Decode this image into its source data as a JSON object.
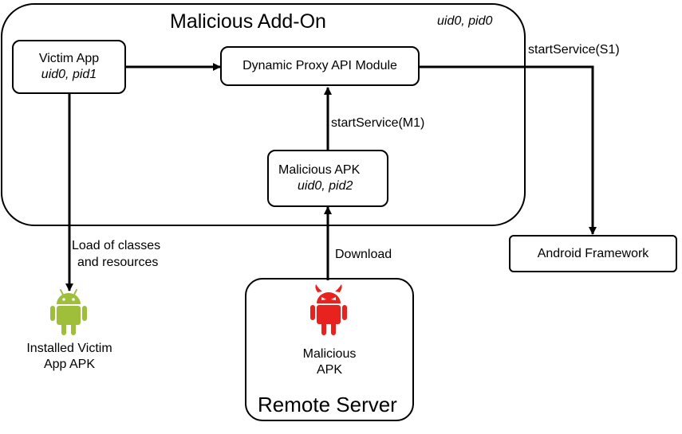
{
  "add_on": {
    "title": "Malicious Add-On",
    "ids": "uid0, pid0"
  },
  "victim_app": {
    "name": "Victim App",
    "ids": "uid0, pid1"
  },
  "proxy_module": {
    "name": "Dynamic Proxy API Module"
  },
  "malicious_apk": {
    "name": "Malicious APK",
    "ids": "uid0, pid2"
  },
  "android_framework": {
    "name": "Android Framework"
  },
  "remote_server": {
    "title": "Remote Server",
    "apk_label_line1": "Malicious",
    "apk_label_line2": "APK"
  },
  "installed_victim": {
    "line1": "Installed Victim",
    "line2": "App APK"
  },
  "edges": {
    "start_service_s1": "startService(S1)",
    "start_service_m1": "startService(M1)",
    "load_line1": "Load of classes",
    "load_line2": "and resources",
    "download": "Download"
  },
  "colors": {
    "android_green": "#9fbf3b",
    "android_red": "#e8231f",
    "stroke": "#000000"
  }
}
